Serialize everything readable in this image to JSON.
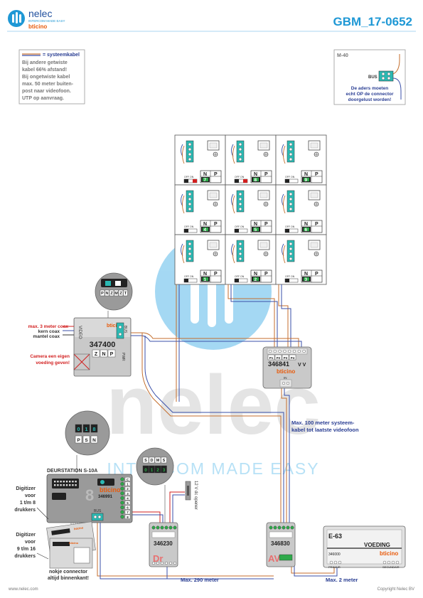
{
  "header": {
    "brand": "nelec",
    "tagline": "INTERCOM MADE EASY",
    "partner": "bticino",
    "doc_code": "GBM_17-0652"
  },
  "note_box": {
    "legend": "= systeemkabel",
    "lines": [
      "Bij andere getwiste",
      "kabel 66% afstand!",
      "Bij ongetwiste kabel",
      "max. 50 meter buiten-",
      "post naar videofoon.",
      "UTP op aanvraag."
    ]
  },
  "m40_box": {
    "label": "M-40",
    "bus": "BUS",
    "note": [
      "De aders moeten",
      "echt OP de connector",
      "doorgelust worden!"
    ]
  },
  "monitors": {
    "numbers": [
      "7",
      "8",
      "9",
      "4",
      "5",
      "6",
      "1",
      "2",
      "3"
    ],
    "n": "N",
    "p": "P",
    "offon": "OFF ON"
  },
  "camera_module": {
    "model": "347400",
    "brand": "bticino",
    "video": "VIDEO",
    "bus": "BUS",
    "pwr": "PWR",
    "zoom": [
      "P",
      "N",
      "Z",
      "M",
      "Z",
      "T"
    ],
    "cfg": [
      "Z",
      "N",
      "P"
    ],
    "label_coax": "max. 3 meter coax",
    "label_kern": "kern coax",
    "label_mantel": "mantel coax",
    "label_power": [
      "Camera een eigen",
      "voeding geven!"
    ]
  },
  "distributor": {
    "model": "346841",
    "brand": "bticino",
    "ports": [
      "P1",
      "P2",
      "P3",
      "P4"
    ],
    "vv": "V V",
    "in": "IN",
    "out": "OUT"
  },
  "notes": {
    "max100": [
      "Max. 100 meter systeem-",
      "kabel tot laatste videofoon"
    ],
    "max290": "Max. 290 meter",
    "max2": "Max. 2 meter"
  },
  "door_station": {
    "title": "DEURSTATION S-10A",
    "model": "346991",
    "brand": "bticino",
    "terminals": [
      "C",
      "1",
      "2",
      "3",
      "4",
      "5",
      "6",
      "7",
      "8"
    ],
    "bus": "BUS",
    "cfg_digits": [
      "0",
      "1",
      "8"
    ],
    "cfg_letters": [
      "P",
      "S",
      "N"
    ],
    "digitizer1": [
      "Digitizer",
      "voor",
      "1 t/m 8",
      "drukkers"
    ],
    "digitizer2": [
      "Digitizer",
      "voor",
      "9 t/m 16",
      "drukkers"
    ],
    "nokje": [
      "nokje connector",
      "altijd binnenkant!"
    ],
    "digitizer_brand": "bticino"
  },
  "small_cfg": {
    "letters": [
      "S",
      "D",
      "M",
      "S"
    ],
    "digits": [
      "0",
      "1",
      "2",
      "3"
    ]
  },
  "lock": {
    "label": "12 V dc opener"
  },
  "module_346230": {
    "model": "346230",
    "label": "Dr"
  },
  "module_346830": {
    "model": "346830",
    "label": "AV"
  },
  "power_supply": {
    "model": "E-63",
    "title": "VOEDING",
    "code": "346000",
    "brand": "bticino",
    "primair": "PRIMAIR",
    "secundair": "SECUNDAIR"
  },
  "footer": {
    "left": "www.nelec.com",
    "right": "Copyright Nelec BV"
  },
  "colors": {
    "accent_blue": "#1f98d5",
    "bticino_orange": "#e85a0a",
    "dark_blue_text": "#2a3e93",
    "red_text": "#d21f1f",
    "teal_connector": "#2bb9b3",
    "module_gray": "#c9c9c9",
    "cable_brown": "#c46e2d",
    "cable_blue": "#3a4fa8",
    "watermark": "#d5d5d5"
  }
}
